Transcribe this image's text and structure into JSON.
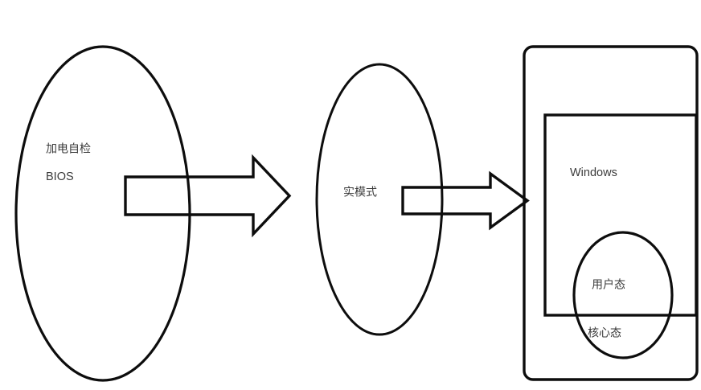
{
  "diagram": {
    "title": "Computer boot sequence: BIOS POST to Real Mode to Windows",
    "background_color": "#ffffff",
    "stroke_color": "#0d0d0d",
    "text_color": "#3b3b3b",
    "stages": [
      {
        "id": "stage-post-bios",
        "shape": "ellipse",
        "labels": [
          "加电自检",
          "BIOS"
        ]
      },
      {
        "id": "stage-real-mode",
        "shape": "ellipse",
        "labels": [
          "实模式"
        ]
      },
      {
        "id": "stage-windows",
        "shape": "rounded-rectangle",
        "labels": [
          "Windows"
        ],
        "inner": {
          "shape": "rectangle",
          "overlay_ellipse_labels": [
            "用户态",
            "核心态"
          ]
        }
      }
    ],
    "connectors": [
      {
        "id": "arrow-post-to-real-mode",
        "type": "block-arrow",
        "direction": "right",
        "from": "stage-post-bios",
        "to": "stage-real-mode",
        "label": ""
      },
      {
        "id": "arrow-real-mode-to-windows",
        "type": "block-arrow",
        "direction": "right",
        "from": "stage-real-mode",
        "to": "stage-windows",
        "label": ""
      }
    ],
    "labels": {
      "post_selftest": "加电自检",
      "bios": "BIOS",
      "real_mode": "实模式",
      "windows": "Windows",
      "user_mode": "用户态",
      "kernel_mode": "核心态"
    }
  }
}
